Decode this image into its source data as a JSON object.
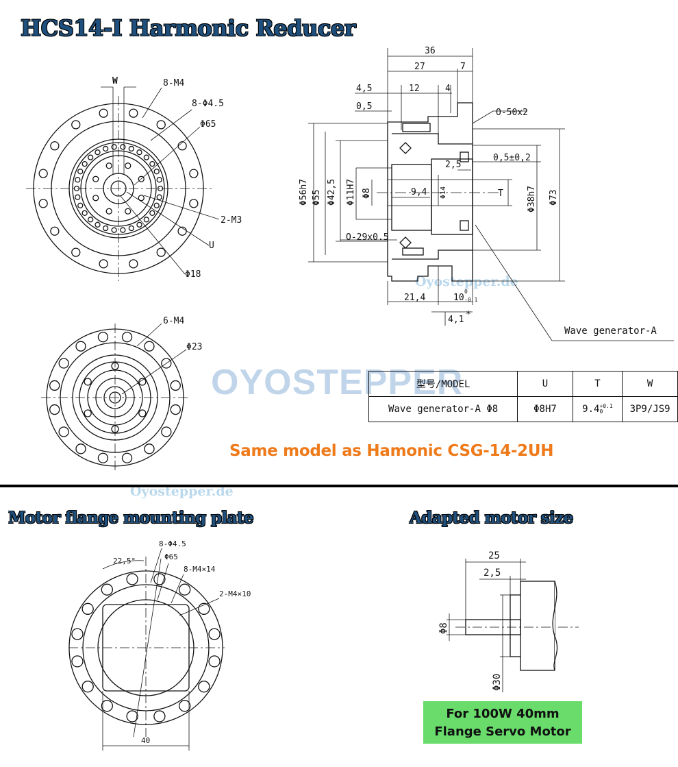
{
  "titles": {
    "main": "HCS14-I Harmonic Reducer",
    "flange": "Motor flange mounting plate",
    "motor": "Adapted motor size"
  },
  "note": "Same model as Hamonic CSG-14-2UH",
  "watermark": {
    "logo": "OYOSTEPPER",
    "text1": "Oyostepper.de",
    "text2": "Oyostepper.de"
  },
  "front_view": {
    "w": "W",
    "m4": "8-M4",
    "hole45": "8-Φ4.5",
    "d65": "Φ65",
    "m3": "2-M3",
    "u": "U",
    "d18": "Φ18"
  },
  "rear_view": {
    "m4": "6-M4",
    "d23": "Φ23"
  },
  "section": {
    "d36": "36",
    "d27": "27",
    "d7": "7",
    "d45": "4,5",
    "d12": "12",
    "d4": "4",
    "d05": "0,5",
    "oring1": "O-50x2",
    "d25": "2,5",
    "d05tol": "0,5±0,2",
    "d56": "Φ56h7",
    "d55": "Φ55",
    "d425": "Φ42,5",
    "d11": "Φ11H7",
    "d8": "Φ8",
    "d94": "9,4",
    "d14": "Φ14",
    "t": "T",
    "d38": "Φ38h7",
    "d73": "Φ73",
    "oring2": "O-29x0.5",
    "d214": "21,4",
    "d10": "10",
    "d10tol_up": "0",
    "d10tol_dn": "-0.1",
    "d41": "4,1",
    "star": "*",
    "wave_gen": "Wave generator-A"
  },
  "spec_table": {
    "headers": [
      "型号/MODEL",
      "U",
      "T",
      "W"
    ],
    "row": [
      "Wave generator-A Φ8",
      "Φ8H7",
      "9.4",
      "3P9/JS9"
    ],
    "t_tol_up": "+0.1",
    "t_tol_dn": "0"
  },
  "flange": {
    "angle": "22,5°",
    "hole45": "8-Φ4.5",
    "d65": "Φ65",
    "m4x14": "8-M4×14",
    "m4x10": "2-M4×10",
    "w40": "40"
  },
  "motor": {
    "d25": "25",
    "d25b": "2,5",
    "d8": "Φ8",
    "d30": "Φ30",
    "label_line1": "For 100W 40mm",
    "label_line2": "Flange Servo Motor"
  }
}
